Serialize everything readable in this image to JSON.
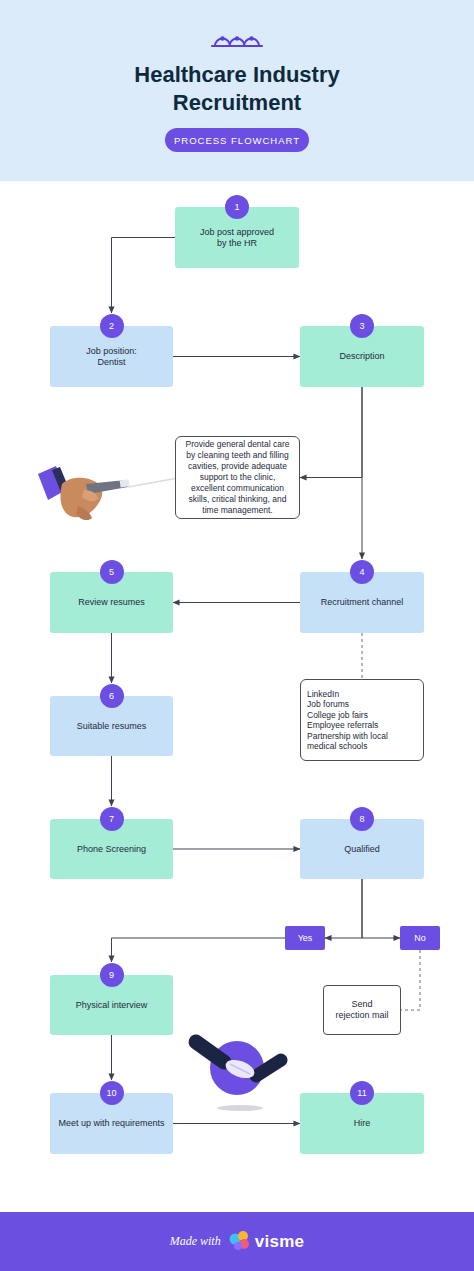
{
  "diagram": {
    "title": "Healthcare Industry Recruitment",
    "nodes": [
      {
        "text": [
          "PROCESS FLOWCHART"
        ]
      },
      {
        "text": [
          "Job post approved by the HR"
        ]
      },
      {
        "text": [
          "1"
        ],
        "in": 1
      },
      {
        "text": [
          "Job position: Dentist"
        ]
      },
      {
        "text": [
          "2"
        ],
        "in": 3
      },
      {
        "text": [
          "Description"
        ]
      },
      {
        "text": [
          "3"
        ],
        "in": 5
      },
      {
        "text": [
          "Provide general dental care by cleaning teeth and filling cavities, provide adequate support to the clinic, excellent communication skills, critical thinking, and time management."
        ]
      },
      {
        "text": [
          "Review resumes"
        ]
      },
      {
        "text": [
          "5"
        ],
        "in": 8
      },
      {
        "text": [
          "Recruitment channel"
        ]
      },
      {
        "text": [
          "4"
        ],
        "in": 10
      },
      {
        "text": [
          "LinkedIn",
          "Job forums",
          "College job fairs",
          "Employee referrals",
          "Partnership with local medical schools"
        ]
      },
      {
        "text": [
          "Suitable resumes"
        ]
      },
      {
        "text": [
          "6"
        ],
        "in": 13
      },
      {
        "text": [
          "Phone Screening"
        ]
      },
      {
        "text": [
          "7"
        ],
        "in": 15
      },
      {
        "text": [
          "Qualified"
        ]
      },
      {
        "text": [
          "8"
        ],
        "in": 17
      },
      {
        "text": [
          "Yes"
        ]
      },
      {
        "text": [
          "No"
        ]
      },
      {
        "text": [
          "Physical interview"
        ]
      },
      {
        "text": [
          "9"
        ],
        "in": 21
      },
      {
        "text": [
          "Send rejection mail"
        ]
      },
      {
        "text": [
          "Meet up with requirements"
        ]
      },
      {
        "text": [
          "10"
        ],
        "in": 24
      },
      {
        "text": [
          "Hire"
        ]
      },
      {
        "text": [
          "11"
        ],
        "in": 26
      },
      {
        "text": [
          "Made with",
          "visme"
        ]
      }
    ],
    "edges": [
      {
        "from": 1,
        "to": 3,
        "arrow": "to"
      },
      {
        "from": 3,
        "to": 5,
        "arrow": "to"
      },
      {
        "from": 5,
        "to": 7,
        "arrow": "to"
      },
      {
        "from": 5,
        "to": 10,
        "arrow": "to"
      },
      {
        "from": 10,
        "to": 8,
        "arrow": "to"
      },
      {
        "from": 10,
        "to": 12,
        "arrow": "none"
      },
      {
        "from": 8,
        "to": 13,
        "arrow": "to"
      },
      {
        "from": 13,
        "to": 15,
        "arrow": "to"
      },
      {
        "from": 15,
        "to": 17,
        "arrow": "to"
      },
      {
        "from": 17,
        "to": 19,
        "arrow": "to"
      },
      {
        "from": 17,
        "to": 20,
        "arrow": "to"
      },
      {
        "from": 19,
        "to": 21,
        "arrow": "to"
      },
      {
        "from": 20,
        "to": 23,
        "arrow": "none"
      },
      {
        "from": 21,
        "to": 24,
        "arrow": "to"
      },
      {
        "from": 24,
        "to": 26,
        "arrow": "to"
      }
    ]
  }
}
